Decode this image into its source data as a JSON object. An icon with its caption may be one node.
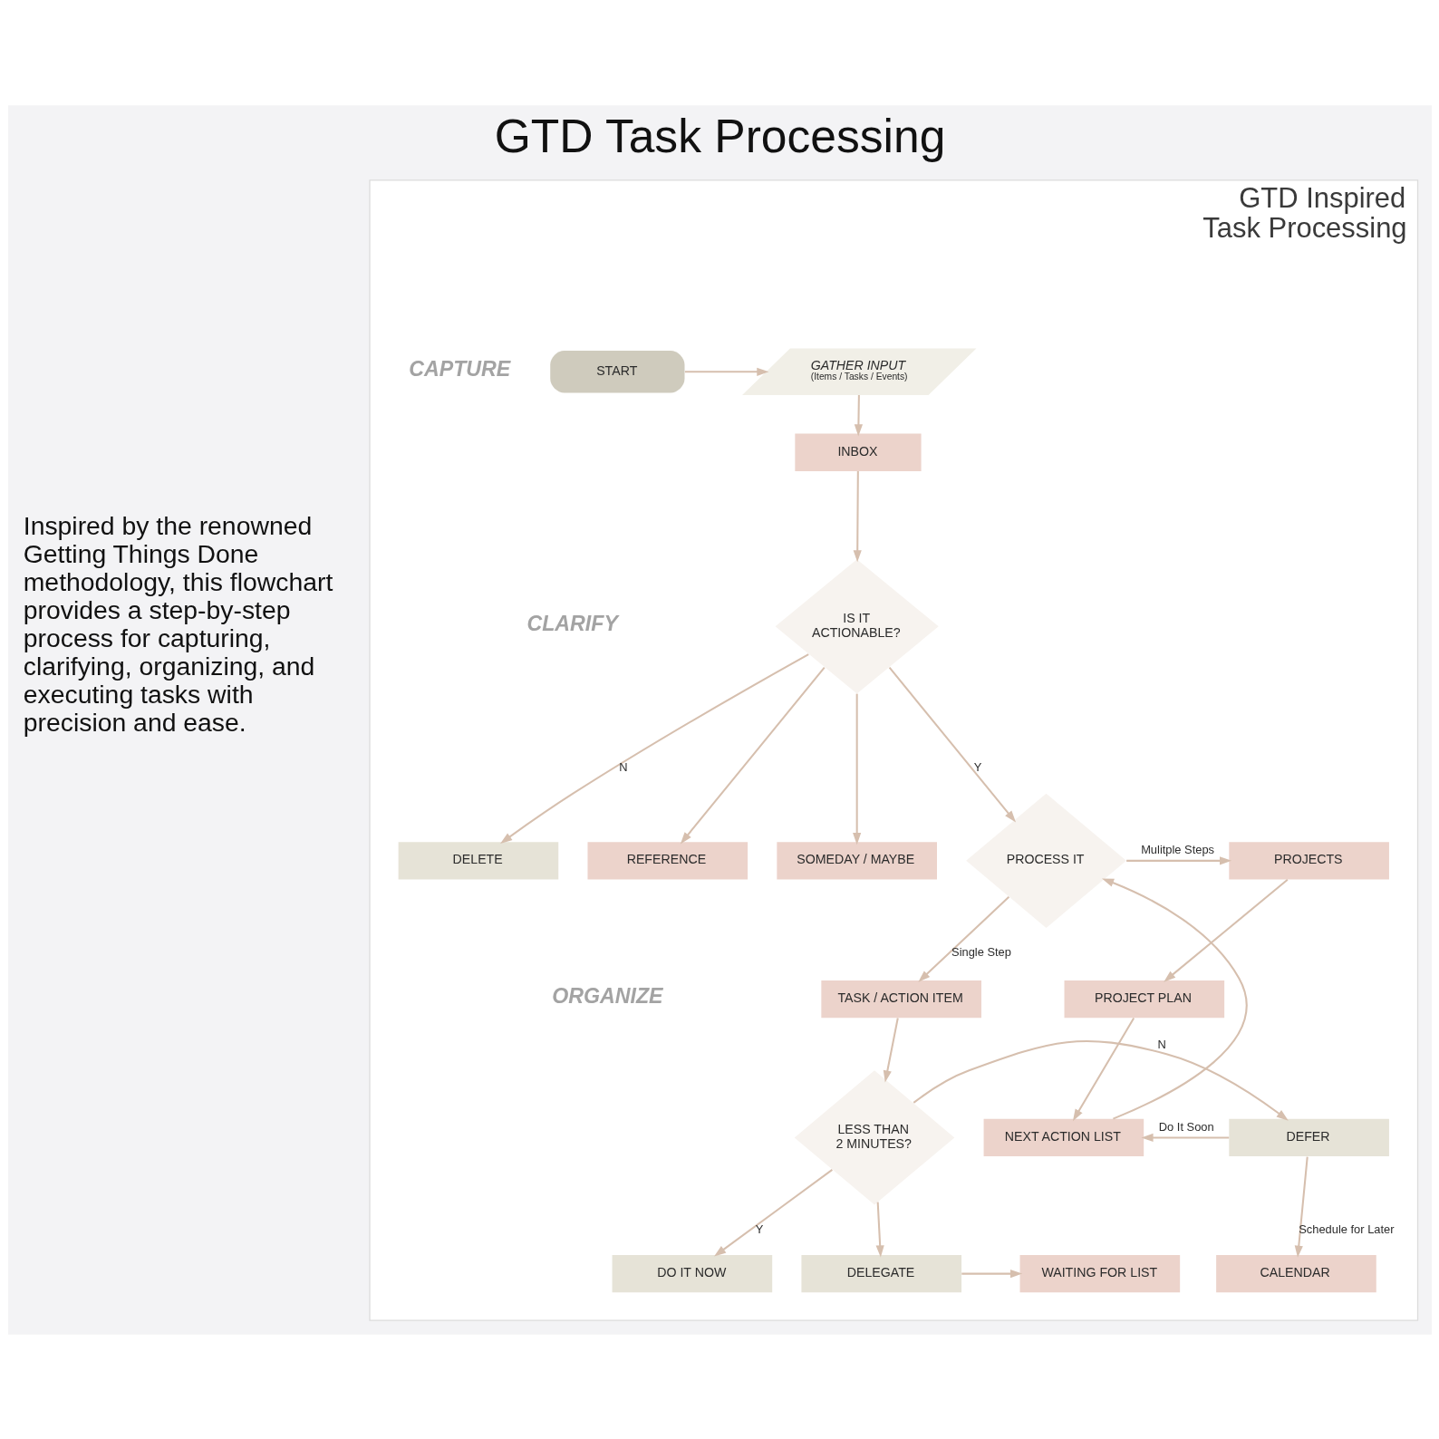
{
  "diagram": {
    "title": "GTD Task Processing",
    "nodes": [
      {
        "text": [
          "GTD Inspired Task Processing"
        ]
      },
      {
        "text": [
          "START"
        ],
        "in": 0
      },
      {
        "text": [
          "GATHER INPUT",
          "(Items / Tasks / Events)"
        ],
        "in": 0
      },
      {
        "text": [
          "INBOX"
        ],
        "in": 0
      },
      {
        "text": [
          "IS IT ACTIONABLE?"
        ],
        "in": 0
      },
      {
        "text": [
          "DELETE"
        ],
        "in": 0
      },
      {
        "text": [
          "REFERENCE"
        ],
        "in": 0
      },
      {
        "text": [
          "SOMEDAY / MAYBE"
        ],
        "in": 0
      },
      {
        "text": [
          "PROCESS IT"
        ],
        "in": 0
      },
      {
        "text": [
          "PROJECTS"
        ],
        "in": 0
      },
      {
        "text": [
          "PROJECT PLAN"
        ],
        "in": 0
      },
      {
        "text": [
          "TASK / ACTION ITEM"
        ],
        "in": 0
      },
      {
        "text": [
          "NEXT ACTION LIST"
        ],
        "in": 0
      },
      {
        "text": [
          "LESS THAN 2 MINUTES?"
        ],
        "in": 0
      },
      {
        "text": [
          "DEFER"
        ],
        "in": 0
      },
      {
        "text": [
          "CALENDAR"
        ],
        "in": 0
      },
      {
        "text": [
          "DO IT NOW"
        ],
        "in": 0
      },
      {
        "text": [
          "DELEGATE"
        ],
        "in": 0
      },
      {
        "text": [
          "WAITING FOR LIST"
        ],
        "in": 0
      }
    ],
    "edges": [
      {
        "from": 1,
        "to": 2,
        "arrow": "to"
      },
      {
        "from": 2,
        "to": 3,
        "arrow": "to"
      },
      {
        "from": 3,
        "to": 4,
        "arrow": "to"
      },
      {
        "from": 4,
        "to": 5,
        "arrow": "to",
        "label": "N"
      },
      {
        "from": 4,
        "to": 6,
        "arrow": "to"
      },
      {
        "from": 4,
        "to": 7,
        "arrow": "to"
      },
      {
        "from": 4,
        "to": 8,
        "arrow": "to",
        "label": "Y"
      },
      {
        "from": 8,
        "to": 9,
        "arrow": "to",
        "label": "Mulitple Steps"
      },
      {
        "from": 9,
        "to": 10,
        "arrow": "to"
      },
      {
        "from": 10,
        "to": 12,
        "arrow": "to"
      },
      {
        "from": 12,
        "to": 8,
        "arrow": "to"
      },
      {
        "from": 8,
        "to": 11,
        "arrow": "to",
        "label": "Single Step"
      },
      {
        "from": 11,
        "to": 13,
        "arrow": "to"
      },
      {
        "from": 13,
        "to": 14,
        "arrow": "to",
        "label": "N"
      },
      {
        "from": 13,
        "to": 17,
        "arrow": "to"
      },
      {
        "from": 13,
        "to": 16,
        "arrow": "to",
        "label": "Y"
      },
      {
        "from": 14,
        "to": 12,
        "arrow": "to",
        "label": "Do It Soon"
      },
      {
        "from": 14,
        "to": 15,
        "arrow": "to",
        "label": "Schedule for Later"
      },
      {
        "from": 17,
        "to": 18,
        "arrow": "to"
      }
    ],
    "labels": [
      "Inspired by the renowned Getting Things Done methodology, this flowchart provides a step-by-step process for capturing, clarifying, organizing, and executing tasks with precision and ease.",
      "CAPTURE",
      "CLARIFY",
      "ORGANIZE"
    ]
  }
}
